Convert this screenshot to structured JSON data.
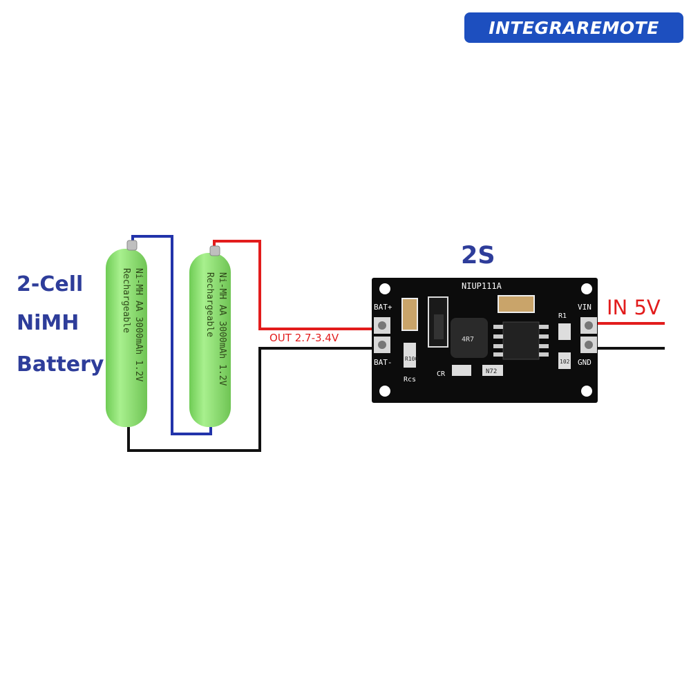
{
  "logo": {
    "text": "INTEGRAREMOTE"
  },
  "battery_label": {
    "line1": "2-Cell",
    "line2": "NiMH",
    "line3": "Battery"
  },
  "module": {
    "title": "2S",
    "model": "NIUP111A",
    "pins_left": [
      "BAT+",
      "BAT-"
    ],
    "pins_right": [
      "VIN",
      "GND"
    ],
    "component_labels": [
      "R1",
      "CR",
      "Rcs",
      "R100",
      "4R7",
      "N72",
      "102"
    ]
  },
  "labels": {
    "input": "IN 5V",
    "output": "OUT 2.7-3.4V"
  },
  "battery_text": {
    "line1": "Ni-MH AA 3000mAh 1.2V",
    "line2": "Rechargeable"
  },
  "colors": {
    "positive_wire": "#e21c1c",
    "negative_wire": "#111111",
    "series_link": "#2233aa",
    "battery_body": "#8fe07a",
    "pcb": "#0c0c0c",
    "accent_text": "#2e3d9a"
  }
}
